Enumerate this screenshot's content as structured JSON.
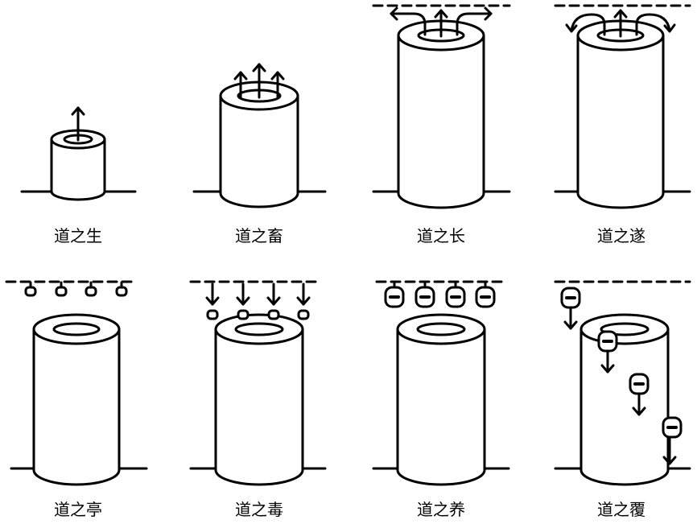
{
  "panels": [
    {
      "caption": "道之生"
    },
    {
      "caption": "道之畜"
    },
    {
      "caption": "道之长"
    },
    {
      "caption": "道之遂"
    },
    {
      "caption": "道之亭"
    },
    {
      "caption": "道之毒"
    },
    {
      "caption": "道之养"
    },
    {
      "caption": "道之覆"
    }
  ],
  "colors": {
    "stroke": "#000000",
    "fill": "#ffffff"
  }
}
